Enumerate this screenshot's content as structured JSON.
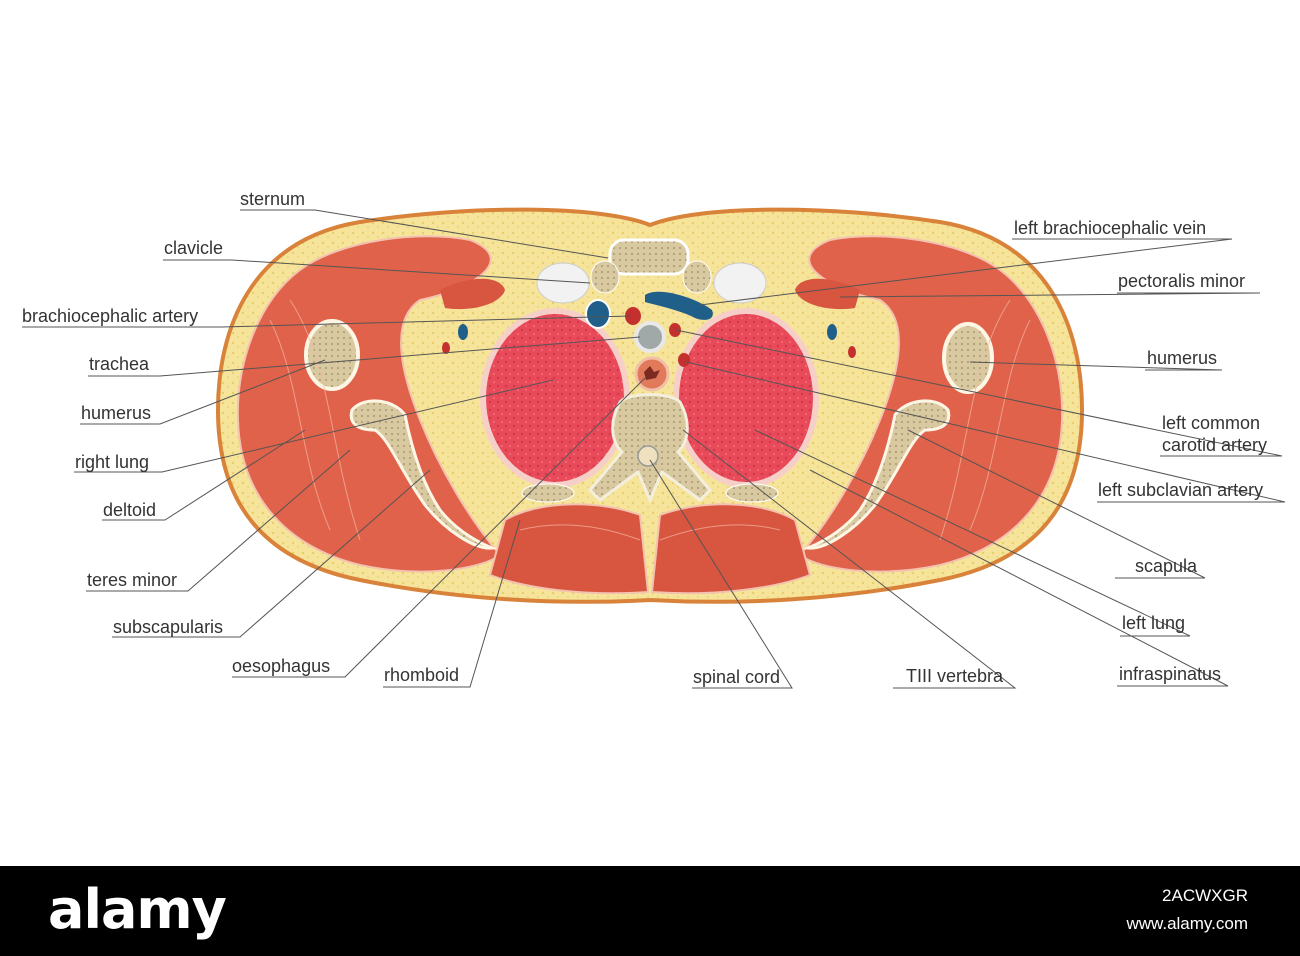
{
  "labels": {
    "sternum": "sternum",
    "clavicle": "clavicle",
    "brachiocephalic_artery": "brachiocephalic artery",
    "trachea": "trachea",
    "humerus_right": "humerus",
    "right_lung": "right lung",
    "deltoid": "deltoid",
    "teres_minor": "teres minor",
    "subscapularis": "subscapularis",
    "oesophagus": "oesophagus",
    "rhomboid": "rhomboid",
    "spinal_cord": "spinal cord",
    "t3_vertebra": "TIII vertebra",
    "infraspinatus": "infraspinatus",
    "left_lung": "left lung",
    "scapula": "scapula",
    "left_subclavian_artery": "left subclavian artery",
    "left_common_carotid_artery": "left common\ncarotid artery",
    "humerus_left": "humerus",
    "pectoralis_minor": "pectoralis minor",
    "left_brachiocephalic_vein": "left brachiocephalic vein"
  },
  "colors": {
    "skin": "#d9823a",
    "fat": "#f6e49a",
    "muscle": "#e0624a",
    "muscle_dark": "#c9483a",
    "lung": "#e84a5a",
    "bone": "#d9c9a0",
    "vein": "#1f5f8a",
    "artery": "#c4302e",
    "leader": "#555555"
  },
  "footer": {
    "brand": "alamy",
    "image_id": "2ACWXGR",
    "site": "www.alamy.com"
  }
}
